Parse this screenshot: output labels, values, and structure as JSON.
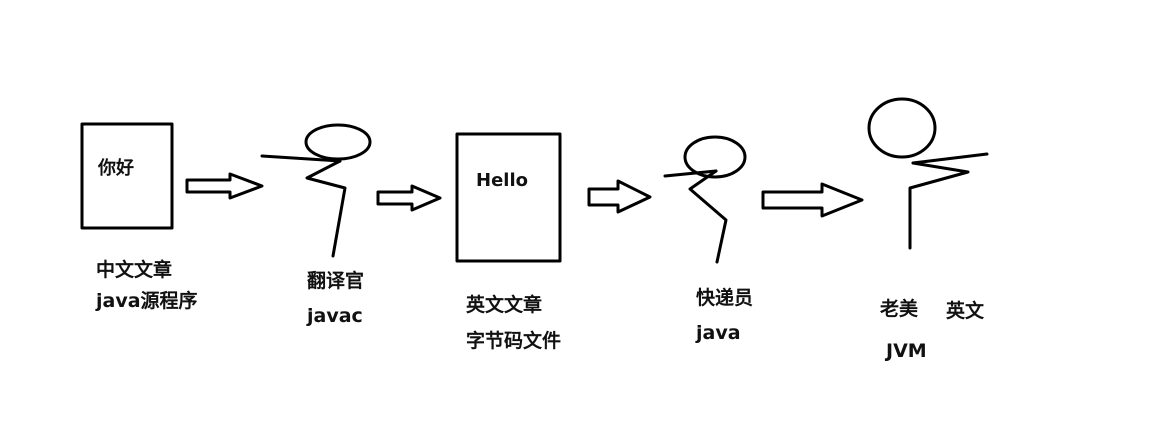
{
  "stage1": {
    "doc_text": "你好",
    "label_line1": "中文文章",
    "label_line2": "java源程序"
  },
  "stage2": {
    "label_line1": "翻译官",
    "label_line2": "javac"
  },
  "stage3": {
    "doc_text": "Hello",
    "label_line1": "英文文章",
    "label_line2": "字节码文件"
  },
  "stage4": {
    "label_line1": "快递员",
    "label_line2": "java"
  },
  "stage5": {
    "label_line1": "老美",
    "label_line1b": "英文",
    "label_line2": "JVM"
  }
}
